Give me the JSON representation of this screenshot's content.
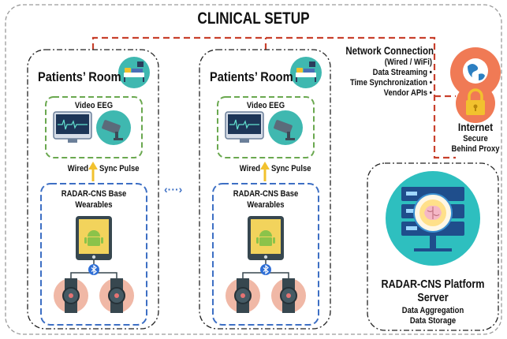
{
  "title": "CLINICAL SETUP",
  "rooms": [
    {
      "title": "Patients’ Room",
      "video_eeg": "Video EEG",
      "wired": "Wired",
      "sync_pulse": "Sync Pulse",
      "base_wearables_line1": "RADAR-CNS Base",
      "base_wearables_line2": "Wearables"
    },
    {
      "title": "Patients’ Room",
      "video_eeg": "Video EEG",
      "wired": "Wired",
      "sync_pulse": "Sync Pulse",
      "base_wearables_line1": "RADAR-CNS Base",
      "base_wearables_line2": "Wearables"
    }
  ],
  "ellipsis_connector": "‹···›",
  "network": {
    "title": "Network Connection",
    "items": [
      "(Wired / WiFi)",
      "Data Streaming •",
      "Time Synchronization •",
      "Vendor APIs •"
    ]
  },
  "internet": {
    "title": "Internet",
    "line1": "Secure",
    "line2": "Behind Proxy"
  },
  "server": {
    "title_line1": "RADAR-CNS Platform",
    "title_line2": "Server",
    "items": [
      "Data Aggregation",
      "Data Storage"
    ]
  },
  "colors": {
    "network_line": "#c8402c",
    "eeg_box": "#6aa84f",
    "wearable_box": "#3d6fc4",
    "sync_arrow": "#f2c12e",
    "teal": "#3fb8b0",
    "internet_circle": "#f07a55",
    "server_circle": "#2ebfbf",
    "wristband": "#f0b8a6"
  },
  "icons": [
    "hospital-bed-icon",
    "eeg-monitor-icon",
    "camera-icon",
    "android-tablet-icon",
    "bluetooth-icon",
    "smartwatch-icon",
    "globe-icon",
    "padlock-icon",
    "server-rack-icon",
    "brain-icon"
  ]
}
